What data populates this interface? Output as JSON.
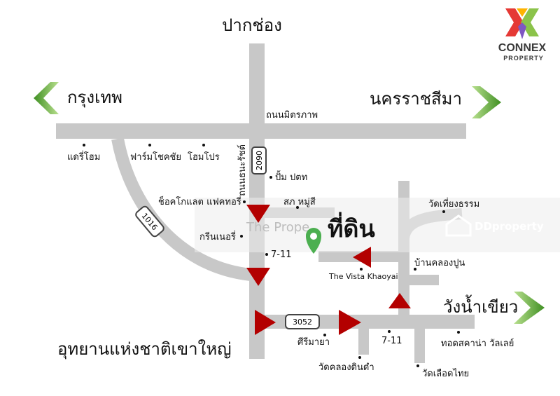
{
  "brand": {
    "name": "CONNEX",
    "sub": "PROPERTY",
    "colors": [
      "#e53935",
      "#8bc34a",
      "#ffb300",
      "#7e57c2"
    ]
  },
  "watermark": {
    "site": "DDproperty",
    "faint": "The Prope"
  },
  "directions": {
    "north": "ปากช่อง",
    "west": "กรุงเทพ",
    "east_top": "นครราชสีมา",
    "east_bottom": "วังน้ำเขียว",
    "south_west": "อุทยานแห่งชาติเขาใหญ่"
  },
  "roads": {
    "main_highway": "ถนนมิตรภาพ",
    "vertical_road": "ถนนธนะรัชต์",
    "shield_2090": "2090",
    "shield_1016": "1016",
    "shield_3052": "3052"
  },
  "target": {
    "label": "ที่ดิน"
  },
  "places": {
    "dairy_home": "แดรี่โฮม",
    "farm_chokchai": "ฟาร์มโชคชัย",
    "home_pro": "โฮมโปร",
    "ptt": "ปั้ม ปตท",
    "chocolate": "ช็อคโกแลต แฟคทอรี่",
    "sapa": "สภ หมู่สี",
    "greenery": "กรีนเนอรี่",
    "seven_a": "7-11",
    "vista": "The Vista Khaoyai",
    "wat_thiang": "วัดเที่ยงธรรม",
    "ban_khlong": "บ้านคลองปูน",
    "sirimaya": "ศีรีมายา",
    "seven_b": "7-11",
    "tuscany": "ทอดสคาน่า วัลเลย์",
    "wat_khlong": "วัดคลองดินดำ",
    "wat_lueat": "วัดเลือดไทย"
  },
  "colors": {
    "road": "#c8c8c8",
    "arrow": "#b30000",
    "chevron_green": "#5fa832",
    "pin": "#4caf50",
    "band": "#ececec"
  }
}
